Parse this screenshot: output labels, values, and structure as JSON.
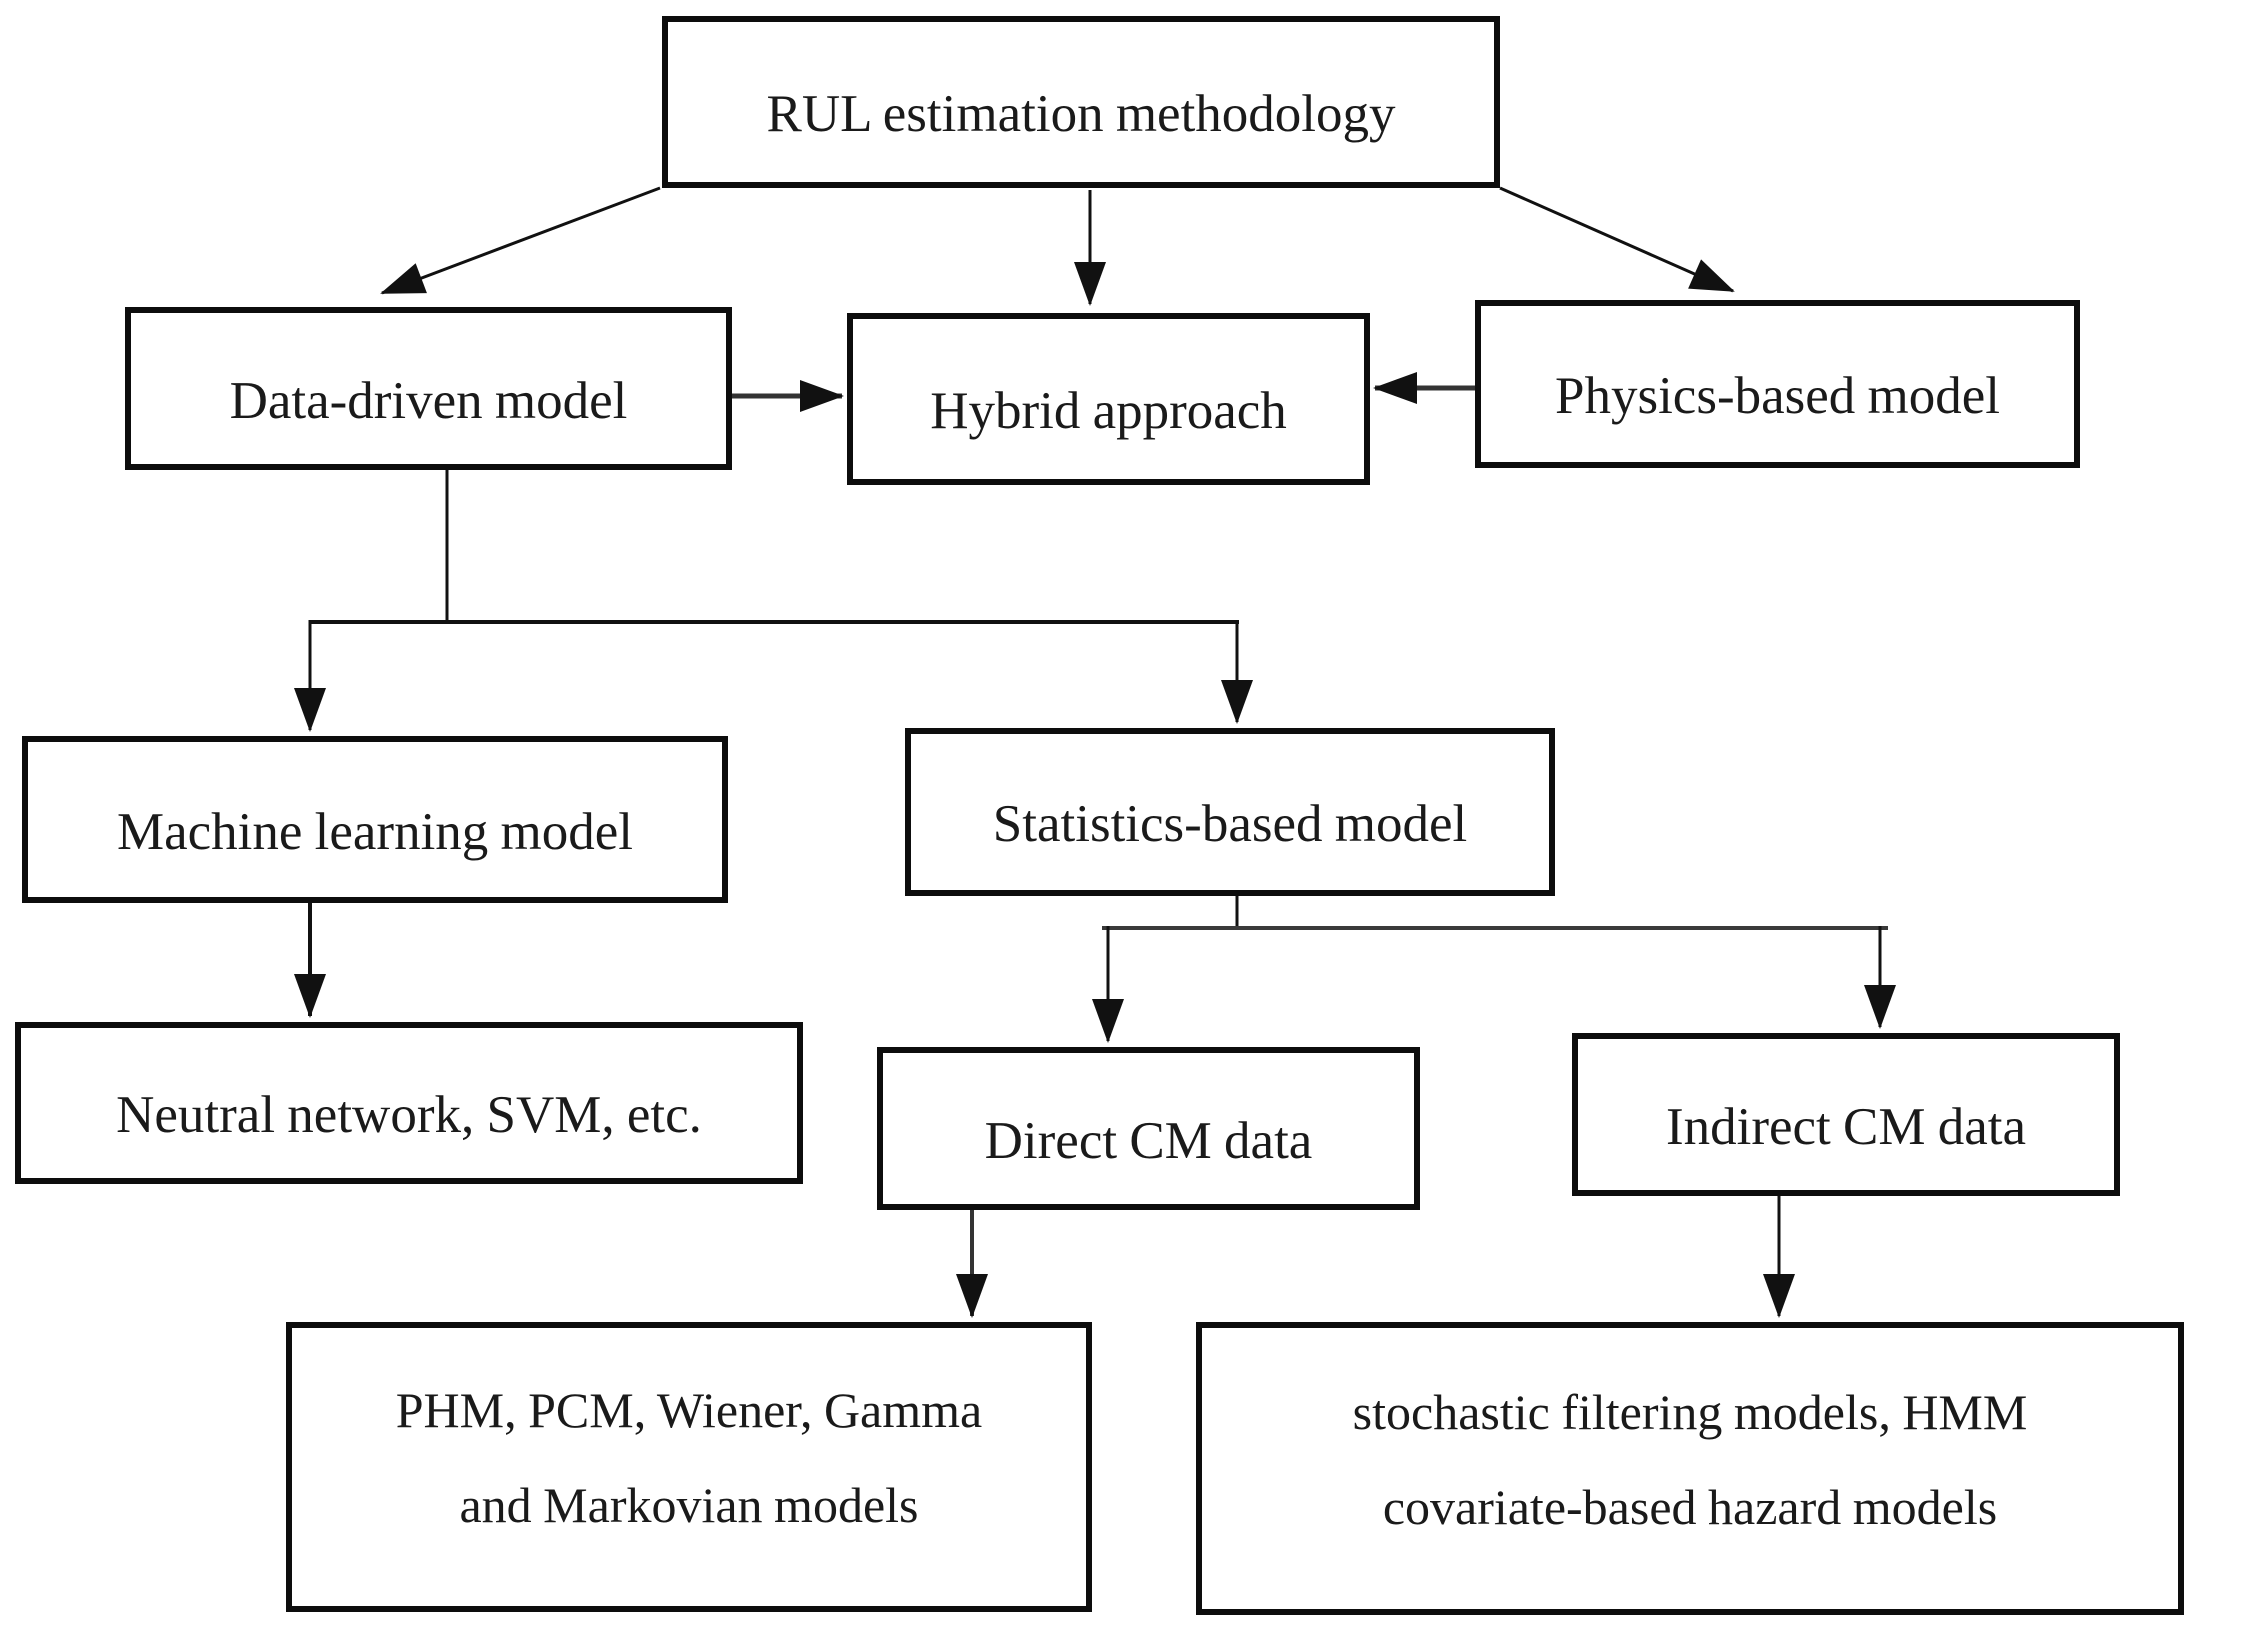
{
  "diagram": {
    "title": "RUL estimation methodology flowchart",
    "nodes": {
      "rul": {
        "label": "RUL estimation methodology"
      },
      "data_driven": {
        "label": "Data-driven model"
      },
      "hybrid": {
        "label": "Hybrid approach"
      },
      "physics": {
        "label": "Physics-based model"
      },
      "ml": {
        "label": "Machine learning model"
      },
      "stats": {
        "label": "Statistics-based model"
      },
      "neutral": {
        "label": "Neutral network, SVM, etc."
      },
      "direct": {
        "label": "Direct CM data"
      },
      "indirect": {
        "label": "Indirect CM data"
      },
      "phm": {
        "lines": [
          "PHM, PCM, Wiener, Gamma",
          "and Markovian models"
        ]
      },
      "stoch": {
        "lines": [
          "stochastic filtering models, HMM",
          "covariate-based hazard models"
        ]
      }
    },
    "edges": [
      {
        "from": "rul",
        "to": "data_driven"
      },
      {
        "from": "rul",
        "to": "hybrid"
      },
      {
        "from": "rul",
        "to": "physics"
      },
      {
        "from": "data_driven",
        "to": "hybrid"
      },
      {
        "from": "physics",
        "to": "hybrid"
      },
      {
        "from": "data_driven",
        "to": "ml"
      },
      {
        "from": "data_driven",
        "to": "stats"
      },
      {
        "from": "ml",
        "to": "neutral"
      },
      {
        "from": "stats",
        "to": "direct"
      },
      {
        "from": "stats",
        "to": "indirect"
      },
      {
        "from": "direct",
        "to": "phm"
      },
      {
        "from": "indirect",
        "to": "stoch"
      }
    ],
    "colors": {
      "line": "#111111",
      "gray_line": "#3a3a3a",
      "box_border": "#0d0d0d",
      "background": "#ffffff",
      "text": "#1a1a1a"
    }
  }
}
